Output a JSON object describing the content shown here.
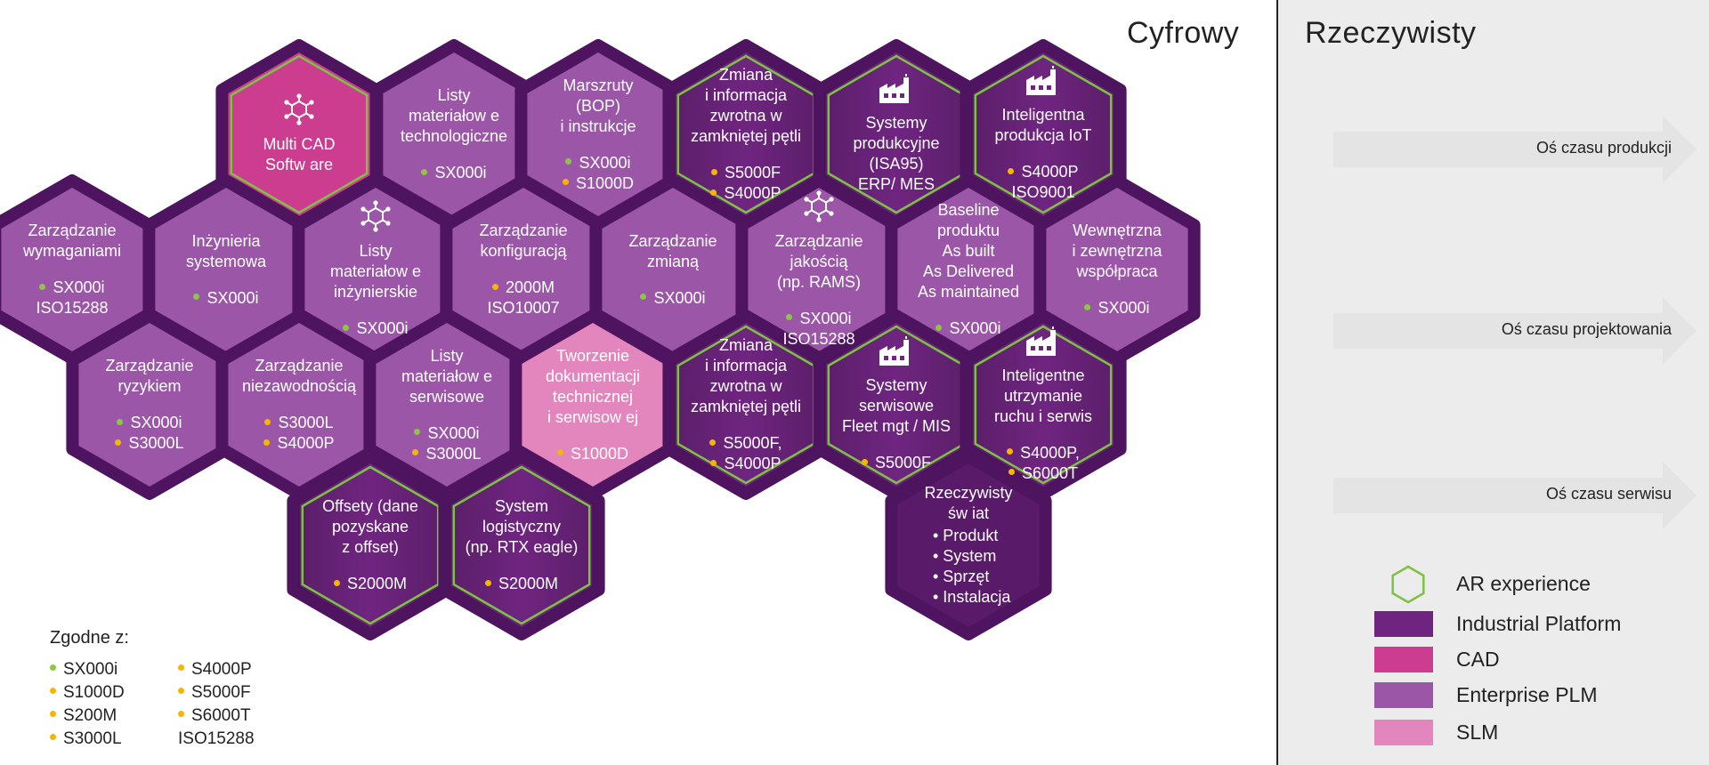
{
  "zones": {
    "digital": "Cyfrowy",
    "real": "Rzeczywisty"
  },
  "colors": {
    "industrial": "#6f2580",
    "industrial_dark": "#5a1a6a",
    "cad": "#cc3d8f",
    "enterprise": "#9b56a8",
    "slm": "#e386bd",
    "border": "#4e1460",
    "ar_outline": "#7dc242",
    "dot_green": "#8dc63f",
    "dot_yellow": "#f7b500"
  },
  "hexes": [
    {
      "id": "multi-cad",
      "type": "cad",
      "ar": true,
      "icon": "network-icon",
      "title": "Multi CAD\nSoftw are",
      "standards": []
    },
    {
      "id": "listy-tech",
      "type": "enterprise",
      "ar": false,
      "title": "Listy\nmateriałow e\ntechnologiczne",
      "standards": [
        {
          "code": "SX000i",
          "c": "green"
        }
      ]
    },
    {
      "id": "marszruty",
      "type": "enterprise",
      "ar": false,
      "title": "Marszruty\n(BOP)\ni instrukcje",
      "standards": [
        {
          "code": "SX000i",
          "c": "green"
        },
        {
          "code": "S1000D",
          "c": "yellow"
        }
      ]
    },
    {
      "id": "zmiana-1",
      "type": "industrial",
      "ar": true,
      "title": "Zmiana\ni informacja\nzwrotna w\nzamkniętej pętli",
      "standards": [
        {
          "code": "S5000F",
          "c": "yellow"
        },
        {
          "code": "S4000P",
          "c": "yellow"
        }
      ]
    },
    {
      "id": "systemy-prod",
      "type": "industrial",
      "ar": true,
      "icon": "factory-icon",
      "title": "Systemy\nprodukcyjne\n(ISA95)\nERP/ MES",
      "standards": []
    },
    {
      "id": "intel-prod",
      "type": "industrial",
      "ar": true,
      "icon": "factory-icon",
      "title": "Inteligentna\nprodukcja IoT",
      "standards": [
        {
          "code": "S4000P",
          "c": "yellow"
        },
        {
          "code": "ISO9001",
          "c": "none"
        }
      ]
    },
    {
      "id": "wymagania",
      "type": "enterprise",
      "ar": false,
      "title": "Zarządzanie\nwymaganiami",
      "standards": [
        {
          "code": "SX000i",
          "c": "green"
        },
        {
          "code": "ISO15288",
          "c": "none"
        }
      ]
    },
    {
      "id": "inzynieria",
      "type": "enterprise",
      "ar": false,
      "title": "Inżynieria\nsystemowa",
      "standards": [
        {
          "code": "SX000i",
          "c": "green"
        }
      ]
    },
    {
      "id": "listy-inz",
      "type": "enterprise",
      "ar": false,
      "icon": "network-icon",
      "title": "Listy\nmateriałow e\ninżynierskie",
      "standards": [
        {
          "code": "SX000i",
          "c": "green"
        }
      ]
    },
    {
      "id": "konfiguracja",
      "type": "enterprise",
      "ar": false,
      "title": "Zarządzanie\nkonfiguracją",
      "standards": [
        {
          "code": "2000M",
          "c": "yellow"
        },
        {
          "code": "ISO10007",
          "c": "none"
        }
      ]
    },
    {
      "id": "zmiana-zarz",
      "type": "enterprise",
      "ar": false,
      "title": "Zarządzanie\nzmianą",
      "standards": [
        {
          "code": "SX000i",
          "c": "green"
        }
      ]
    },
    {
      "id": "jakosc",
      "type": "enterprise",
      "ar": false,
      "icon": "network-icon",
      "title": "Zarządzanie\njakością\n(np. RAMS)",
      "standards": [
        {
          "code": "SX000i",
          "c": "green"
        },
        {
          "code": "ISO15288",
          "c": "none"
        }
      ]
    },
    {
      "id": "baseline",
      "type": "enterprise",
      "ar": false,
      "title": "Baseline\nproduktu\nAs built\nAs Delivered\nAs maintained",
      "standards": [
        {
          "code": "SX000i",
          "c": "green"
        }
      ]
    },
    {
      "id": "wspolpraca",
      "type": "enterprise",
      "ar": false,
      "title": "Wewnętrzna\ni zewnętrzna\nwspółpraca",
      "standards": [
        {
          "code": "SX000i",
          "c": "green"
        }
      ]
    },
    {
      "id": "ryzyko",
      "type": "enterprise",
      "ar": false,
      "title": "Zarządzanie\nryzykiem",
      "standards": [
        {
          "code": "SX000i",
          "c": "green"
        },
        {
          "code": "S3000L",
          "c": "yellow"
        }
      ]
    },
    {
      "id": "niezawodnosc",
      "type": "enterprise",
      "ar": false,
      "title": "Zarządzanie\nniezawodnością",
      "standards": [
        {
          "code": "S3000L",
          "c": "yellow"
        },
        {
          "code": "S4000P",
          "c": "yellow"
        }
      ]
    },
    {
      "id": "listy-serw",
      "type": "enterprise",
      "ar": false,
      "title": "Listy\nmateriałow e\nserwisowe",
      "standards": [
        {
          "code": "SX000i",
          "c": "green"
        },
        {
          "code": "S3000L",
          "c": "yellow"
        }
      ]
    },
    {
      "id": "dokumentacja",
      "type": "slm",
      "ar": false,
      "title": "Tworzenie\ndokumentacji\ntechnicznej\ni serwisow ej",
      "standards": [
        {
          "code": "S1000D",
          "c": "yellow"
        }
      ]
    },
    {
      "id": "zmiana-2",
      "type": "industrial",
      "ar": true,
      "title": "Zmiana\ni informacja\nzwrotna w\nzamkniętej pętli",
      "standards": [
        {
          "code": "S5000F,",
          "c": "yellow"
        },
        {
          "code": "S4000P",
          "c": "yellow"
        }
      ]
    },
    {
      "id": "systemy-serw",
      "type": "industrial",
      "ar": true,
      "icon": "factory-icon",
      "title": "Systemy\nserwisowe\nFleet mgt / MIS",
      "standards": [
        {
          "code": "S5000F",
          "c": "yellow"
        }
      ]
    },
    {
      "id": "intel-utrz",
      "type": "industrial",
      "ar": true,
      "icon": "factory-icon",
      "title": "Inteligentne\nutrzymanie\nruchu i serwis",
      "standards": [
        {
          "code": "S4000P,",
          "c": "yellow"
        },
        {
          "code": "S6000T",
          "c": "yellow"
        }
      ]
    },
    {
      "id": "offsety",
      "type": "industrial",
      "ar": true,
      "title": "Offsety (dane\npozyskane\nz offset)",
      "standards": [
        {
          "code": "S2000M",
          "c": "yellow"
        }
      ]
    },
    {
      "id": "logistyka",
      "type": "industrial",
      "ar": true,
      "title": "System\nlogistyczny\n(np. RTX eagle)",
      "standards": [
        {
          "code": "S2000M",
          "c": "yellow"
        }
      ]
    },
    {
      "id": "rzeczywisty",
      "type": "industrial_dark",
      "ar": false,
      "title": "Rzeczywisty\nśw iat",
      "bullets": [
        "Produkt",
        "System",
        "Sprzęt",
        "Instalacja"
      ],
      "standards": []
    }
  ],
  "arrows": [
    {
      "id": "arrow-produkcja",
      "label": "Oś czasu produkcji"
    },
    {
      "id": "arrow-projektowanie",
      "label": "Oś czasu projektowania"
    },
    {
      "id": "arrow-serwis",
      "label": "Oś czasu serwisu"
    }
  ],
  "standards_legend": {
    "title": "Zgodne z:",
    "items": [
      {
        "code": "SX000i",
        "c": "green"
      },
      {
        "code": "S1000D",
        "c": "yellow"
      },
      {
        "code": "S200M",
        "c": "yellow"
      },
      {
        "code": "S3000L",
        "c": "yellow"
      },
      {
        "code": "S4000P",
        "c": "yellow"
      },
      {
        "code": "S5000F",
        "c": "yellow"
      },
      {
        "code": "S6000T",
        "c": "yellow"
      },
      {
        "code": "ISO15288",
        "c": "none"
      }
    ]
  },
  "type_legend": [
    {
      "id": "ar",
      "label": "AR experience"
    },
    {
      "id": "industrial",
      "label": "Industrial Platform"
    },
    {
      "id": "cad",
      "label": "CAD"
    },
    {
      "id": "enterprise",
      "label": "Enterprise PLM"
    },
    {
      "id": "slm",
      "label": "SLM"
    }
  ]
}
